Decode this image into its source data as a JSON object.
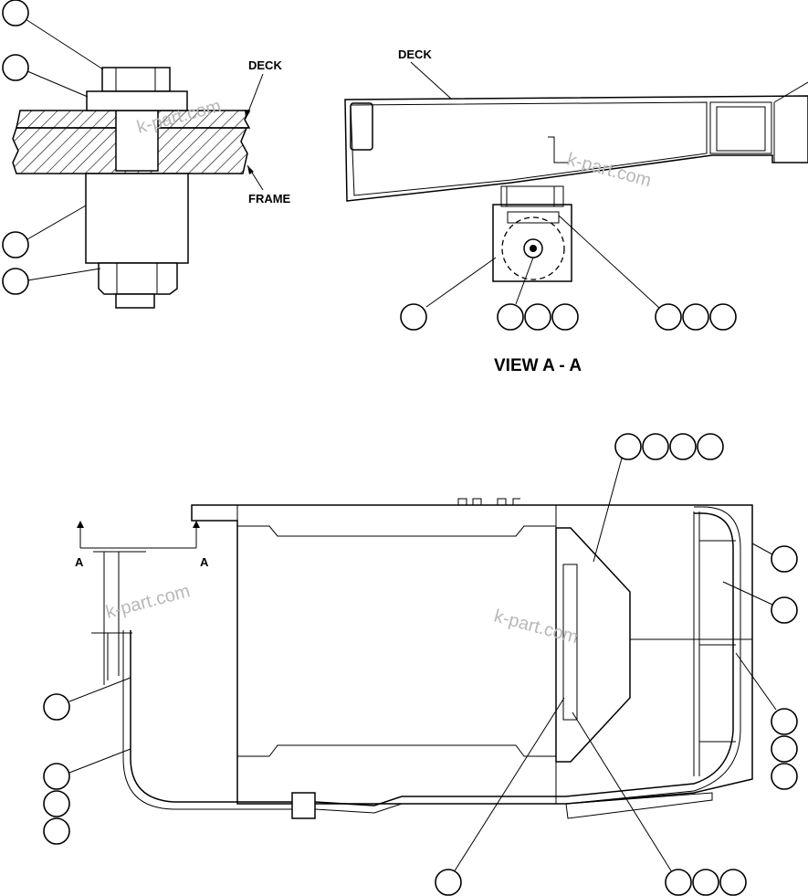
{
  "labels": {
    "deck_detail": "DECK",
    "frame_detail": "FRAME",
    "deck_view": "DECK",
    "view_title": "VIEW A - A",
    "section_left": "A",
    "section_right": "A"
  },
  "watermark": "k-part.com",
  "colors": {
    "line": "#000000",
    "watermark": "#b8b8b8"
  }
}
